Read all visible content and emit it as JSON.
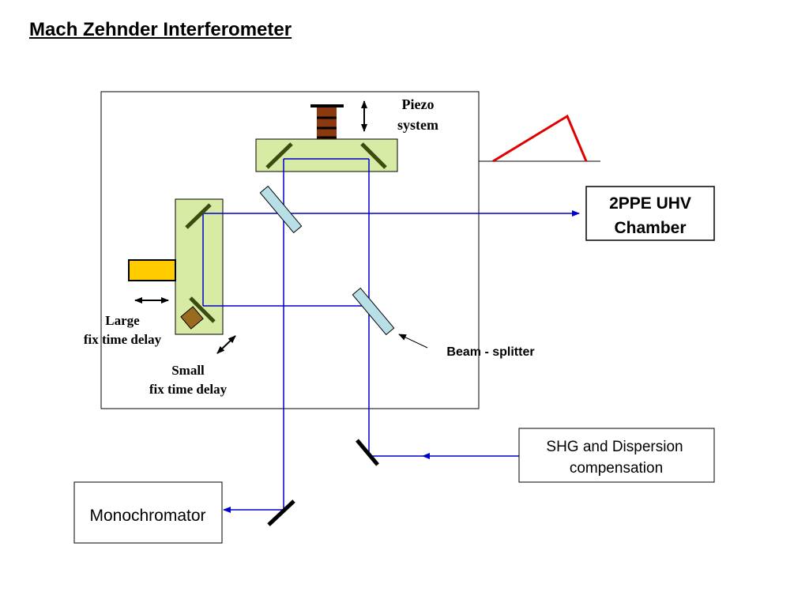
{
  "title": "Mach Zehnder Interferometer",
  "labels": {
    "piezo_line1": "Piezo",
    "piezo_line2": "system",
    "large_delay_line1": "Large",
    "large_delay_line2": "fix time delay",
    "small_delay_line1": "Small",
    "small_delay_line2": "fix time delay",
    "beam_splitter": "Beam - splitter",
    "chamber_line1": "2PPE UHV",
    "chamber_line2": "Chamber",
    "shg_line1": "SHG and Dispersion",
    "shg_line2": "compensation",
    "monochromator": "Monochromator"
  },
  "colors": {
    "beam": "#0000cc",
    "stage_fill": "#d8eba4",
    "mirror": "#3d4a10",
    "splitter_fill": "#b9dfe6",
    "piezo_stack": "#8b3a10",
    "pulse": "#e00000",
    "yellow_block": "#ffcc00",
    "brown_block": "#9a6a20"
  }
}
